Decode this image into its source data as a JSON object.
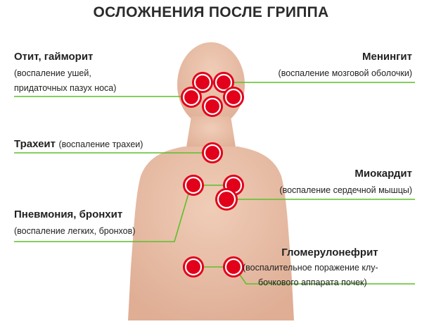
{
  "title": "ОСЛОЖНЕНИЯ ПОСЛЕ ГРИППА",
  "colors": {
    "body": "#e8bca6",
    "marker_red": "#e2001a",
    "marker_ring": "#ffffff",
    "line_green": "#5cbf2a",
    "text": "#222222"
  },
  "labels": {
    "otitis": {
      "name": "Отит, гайморит",
      "desc_line1": "(воспаление ушей,",
      "desc_line2": "придаточных пазух носа)"
    },
    "meningitis": {
      "name": "Менингит",
      "desc": "(воспаление мозговой оболочки)"
    },
    "tracheitis": {
      "name": "Трахеит",
      "desc": "(воспаление трахеи)"
    },
    "myocarditis": {
      "name": "Миокардит",
      "desc": "(воспаление сердечной мышцы)"
    },
    "pneumonia": {
      "name": "Пневмония, бронхит",
      "desc": "(воспаление легких, бронхов)"
    },
    "glomerulonephritis": {
      "name": "Гломерулонефрит",
      "desc_line1": "(воспалительное поражение клу-",
      "desc_line2": "бочкового аппарата почек)"
    }
  }
}
